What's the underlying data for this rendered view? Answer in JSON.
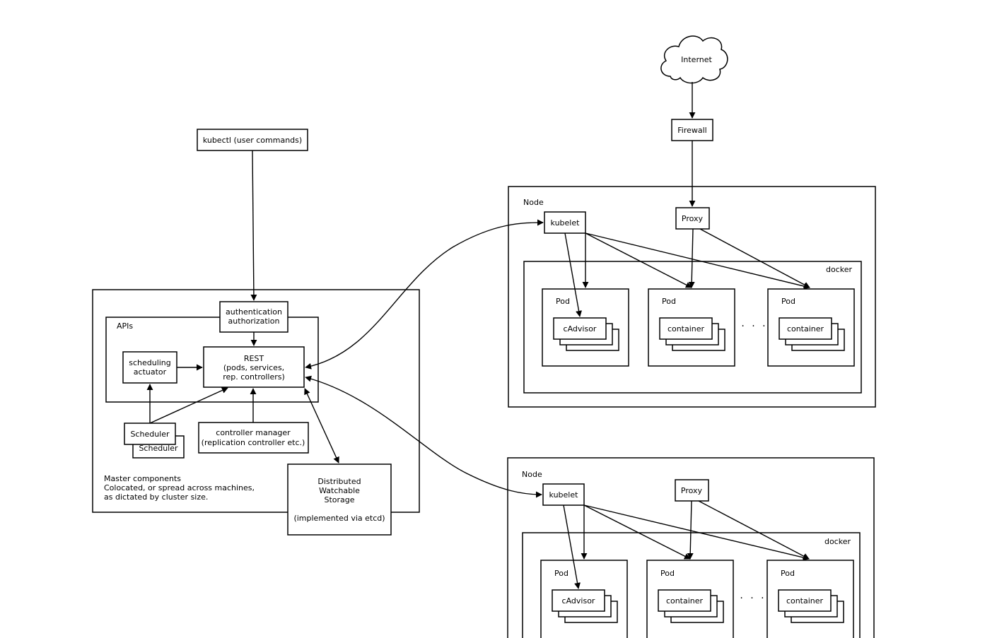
{
  "internet": "Internet",
  "firewall": "Firewall",
  "kubectl": "kubectl (user commands)",
  "master": {
    "auth": [
      "authentication",
      "authorization"
    ],
    "apis": "APIs",
    "scheduling_actuator": [
      "scheduling",
      "actuator"
    ],
    "rest": [
      "REST",
      "(pods, services,",
      "rep. controllers)"
    ],
    "scheduler": "Scheduler",
    "scheduler_back": "Scheduler",
    "controller_manager": [
      "controller manager",
      "(replication controller etc.)"
    ],
    "caption": [
      "Master components",
      "Colocated, or spread across machines,",
      "as dictated by cluster size."
    ],
    "storage": [
      "Distributed",
      "Watchable",
      "Storage",
      "",
      "(implemented via etcd)"
    ]
  },
  "nodes": [
    {
      "label": "Node",
      "kubelet": "kubelet",
      "proxy": "Proxy",
      "docker": "docker",
      "pods": [
        {
          "label": "Pod",
          "container": "cAdvisor"
        },
        {
          "label": "Pod",
          "container": "container"
        },
        {
          "label": "Pod",
          "container": "container"
        }
      ],
      "ellipsis": "· · ·"
    },
    {
      "label": "Node",
      "kubelet": "kubelet",
      "proxy": "Proxy",
      "docker": "docker",
      "pods": [
        {
          "label": "Pod",
          "container": "cAdvisor"
        },
        {
          "label": "Pod",
          "container": "container"
        },
        {
          "label": "Pod",
          "container": "container"
        }
      ],
      "ellipsis": "· · ·"
    }
  ]
}
